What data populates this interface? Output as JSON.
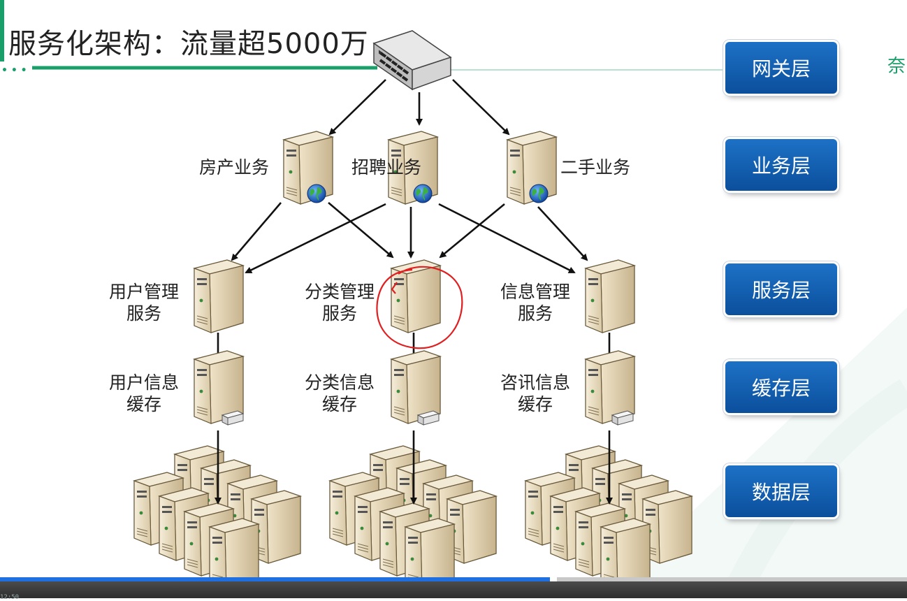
{
  "title": "服务化架构：流量超5000万",
  "corner_text": "• • •",
  "edge_char": "奈",
  "layers": [
    "网关层",
    "业务层",
    "服务层",
    "缓存层",
    "数据层"
  ],
  "business": [
    "房产业务",
    "招聘业务",
    "二手业务"
  ],
  "services": [
    {
      "line1": "用户管理",
      "line2": "服务"
    },
    {
      "line1": "分类管理",
      "line2": "服务"
    },
    {
      "line1": "信息管理",
      "line2": "服务"
    }
  ],
  "caches": [
    {
      "line1": "用户信息",
      "line2": "缓存"
    },
    {
      "line1": "分类信息",
      "line2": "缓存"
    },
    {
      "line1": "咨讯信息",
      "line2": "缓存"
    }
  ],
  "video": {
    "progress": 0.61,
    "time_partial": "12:50"
  },
  "colors": {
    "accent_green": "#1a9f6a",
    "layer_blue": "#0b5aad",
    "annotation_red": "#e02020"
  },
  "icons": [
    "switch-icon",
    "server-icon",
    "globe-icon",
    "cache-drive-icon"
  ]
}
